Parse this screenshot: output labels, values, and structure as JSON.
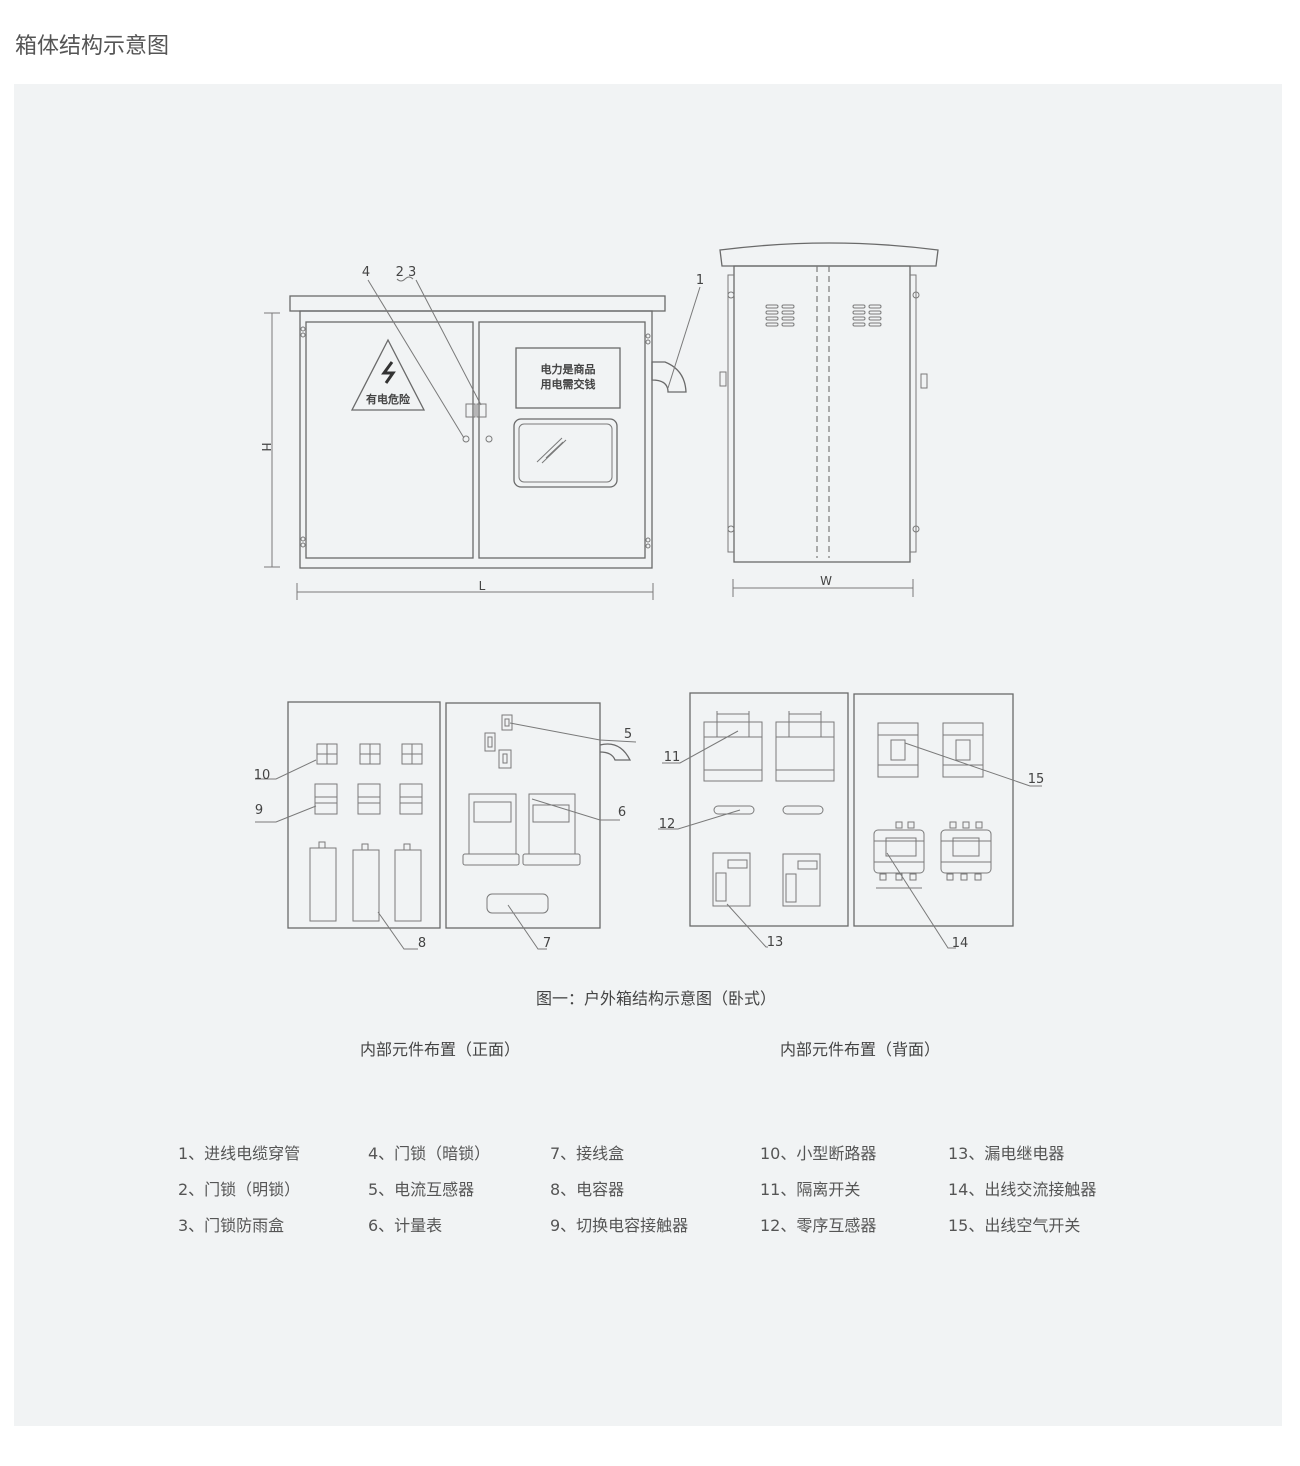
{
  "page_title": "箱体结构示意图",
  "front_view": {
    "warning_sign": "有电危险",
    "notice_line1": "电力是商品",
    "notice_line2": "用电需交钱",
    "dim_height": "H",
    "dim_length": "L",
    "callouts": [
      "4",
      "2 3",
      "1"
    ]
  },
  "side_view": {
    "dim_width": "W"
  },
  "front_layout_callouts": [
    "10",
    "9",
    "8",
    "7",
    "6",
    "5"
  ],
  "back_layout_callouts": [
    "11",
    "12",
    "13",
    "14",
    "15"
  ],
  "figure_caption": "图一：户外箱结构示意图（卧式）",
  "front_layout_caption": "内部元件布置（正面）",
  "back_layout_caption": "内部元件布置（背面）",
  "legend": [
    "1、进线电缆穿管",
    "2、门锁（明锁）",
    "3、门锁防雨盒",
    "4、门锁（暗锁）",
    "5、电流互感器",
    "6、计量表",
    "7、接线盒",
    "8、电容器",
    "9、切换电容接触器",
    "10、小型断路器",
    "11、隔离开关",
    "12、零序互感器",
    "13、漏电继电器",
    "14、出线交流接触器",
    "15、出线空气开关"
  ],
  "colors": {
    "panel_bg": "#f1f3f4",
    "line": "#6a6a6a"
  }
}
